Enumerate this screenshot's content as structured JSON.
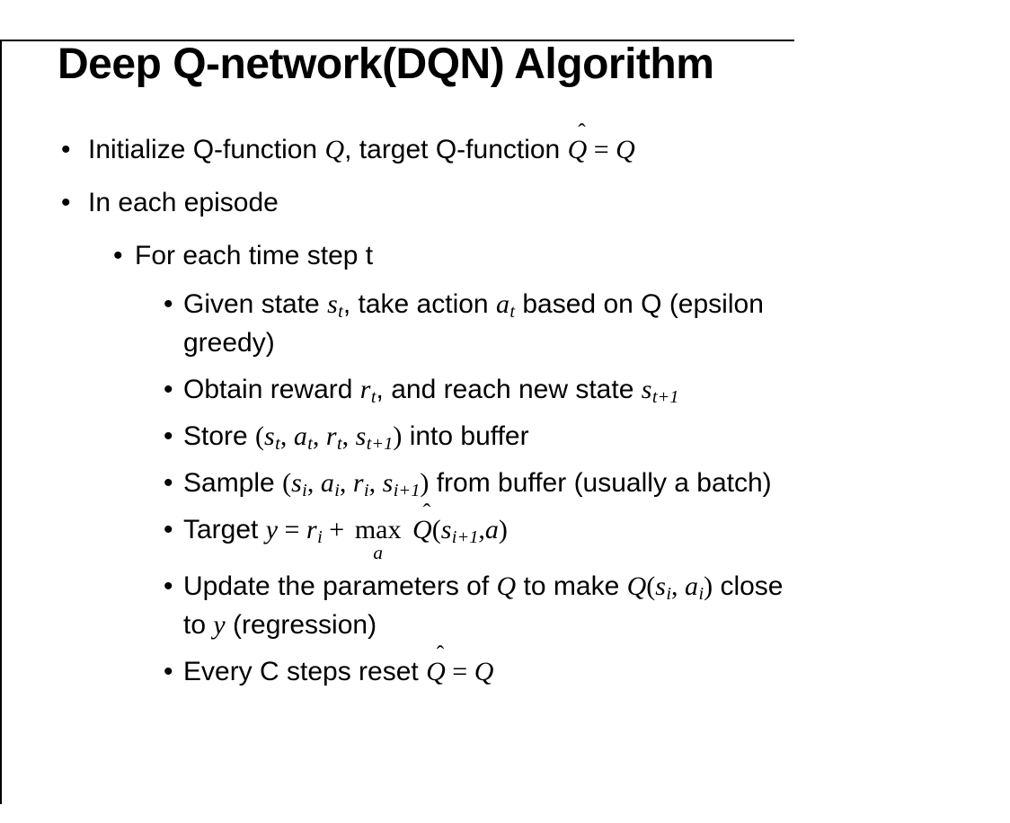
{
  "slide": {
    "title": "Deep Q-network(DQN) Algorithm",
    "bullet_glyph": "•",
    "hat_glyph": "ˆ",
    "colors": {
      "text": "#000000",
      "background": "#ffffff",
      "edge": "#000000"
    },
    "bullets": [
      {
        "level": 1,
        "segments": [
          {
            "t": "text",
            "v": "Initialize Q-function "
          },
          {
            "t": "var",
            "v": "Q"
          },
          {
            "t": "text",
            "v": ", target Q-function "
          },
          {
            "t": "hat",
            "v": "Q"
          },
          {
            "t": "math",
            "v": " = "
          },
          {
            "t": "var",
            "v": "Q"
          }
        ]
      },
      {
        "level": 1,
        "segments": [
          {
            "t": "text",
            "v": "In each episode"
          }
        ]
      },
      {
        "level": 2,
        "segments": [
          {
            "t": "text",
            "v": "For each time step t"
          }
        ]
      },
      {
        "level": 3,
        "segments": [
          {
            "t": "text",
            "v": "Given state "
          },
          {
            "t": "varsub",
            "v": "s",
            "sub": "t"
          },
          {
            "t": "text",
            "v": ", take action "
          },
          {
            "t": "varsub",
            "v": "a",
            "sub": "t"
          },
          {
            "t": "text",
            "v": " based on Q (epsilon"
          },
          {
            "t": "br"
          },
          {
            "t": "text",
            "v": "greedy)"
          }
        ]
      },
      {
        "level": 3,
        "segments": [
          {
            "t": "text",
            "v": "Obtain reward "
          },
          {
            "t": "varsub",
            "v": "r",
            "sub": "t"
          },
          {
            "t": "text",
            "v": ", and reach new state "
          },
          {
            "t": "varsub",
            "v": "s",
            "sub": "t+1"
          }
        ]
      },
      {
        "level": 3,
        "segments": [
          {
            "t": "text",
            "v": "Store "
          },
          {
            "t": "math",
            "v": "("
          },
          {
            "t": "varsub",
            "v": "s",
            "sub": "t"
          },
          {
            "t": "math",
            "v": ", "
          },
          {
            "t": "varsub",
            "v": "a",
            "sub": "t"
          },
          {
            "t": "math",
            "v": ", "
          },
          {
            "t": "varsub",
            "v": "r",
            "sub": "t"
          },
          {
            "t": "math",
            "v": ", "
          },
          {
            "t": "varsub",
            "v": "s",
            "sub": "t+1"
          },
          {
            "t": "math",
            "v": ")"
          },
          {
            "t": "text",
            "v": " into buffer"
          }
        ]
      },
      {
        "level": 3,
        "segments": [
          {
            "t": "text",
            "v": "Sample "
          },
          {
            "t": "math",
            "v": "("
          },
          {
            "t": "varsub",
            "v": "s",
            "sub": "i"
          },
          {
            "t": "math",
            "v": ", "
          },
          {
            "t": "varsub",
            "v": "a",
            "sub": "i"
          },
          {
            "t": "math",
            "v": ", "
          },
          {
            "t": "varsub",
            "v": "r",
            "sub": "i"
          },
          {
            "t": "math",
            "v": ", "
          },
          {
            "t": "varsub",
            "v": "s",
            "sub": "i+1"
          },
          {
            "t": "math",
            "v": ")"
          },
          {
            "t": "text",
            "v": " from buffer (usually a batch)"
          }
        ]
      },
      {
        "level": 3,
        "extra_space": true,
        "segments": [
          {
            "t": "text",
            "v": "Target "
          },
          {
            "t": "var",
            "v": "y"
          },
          {
            "t": "math",
            "v": " = "
          },
          {
            "t": "varsub",
            "v": "r",
            "sub": "i"
          },
          {
            "t": "math",
            "v": " + "
          },
          {
            "t": "maxunder",
            "v": "max",
            "under": "a"
          },
          {
            "t": "text",
            "v": " "
          },
          {
            "t": "hat",
            "v": "Q"
          },
          {
            "t": "math",
            "v": "("
          },
          {
            "t": "varsub",
            "v": "s",
            "sub": "i+1"
          },
          {
            "t": "math",
            "v": ","
          },
          {
            "t": "var",
            "v": "a"
          },
          {
            "t": "math",
            "v": ")"
          }
        ]
      },
      {
        "level": 3,
        "segments": [
          {
            "t": "text",
            "v": "Update the parameters of "
          },
          {
            "t": "var",
            "v": "Q"
          },
          {
            "t": "text",
            "v": " to make "
          },
          {
            "t": "var",
            "v": "Q"
          },
          {
            "t": "math",
            "v": "("
          },
          {
            "t": "varsub",
            "v": "s",
            "sub": "i"
          },
          {
            "t": "math",
            "v": ", "
          },
          {
            "t": "varsub",
            "v": "a",
            "sub": "i"
          },
          {
            "t": "math",
            "v": ")"
          },
          {
            "t": "text",
            "v": " close"
          },
          {
            "t": "br"
          },
          {
            "t": "text",
            "v": "to "
          },
          {
            "t": "var",
            "v": "y"
          },
          {
            "t": "text",
            "v": " (regression)"
          }
        ]
      },
      {
        "level": 3,
        "segments": [
          {
            "t": "text",
            "v": "Every C steps reset "
          },
          {
            "t": "hat",
            "v": "Q"
          },
          {
            "t": "math",
            "v": " = "
          },
          {
            "t": "var",
            "v": "Q"
          }
        ]
      }
    ]
  }
}
